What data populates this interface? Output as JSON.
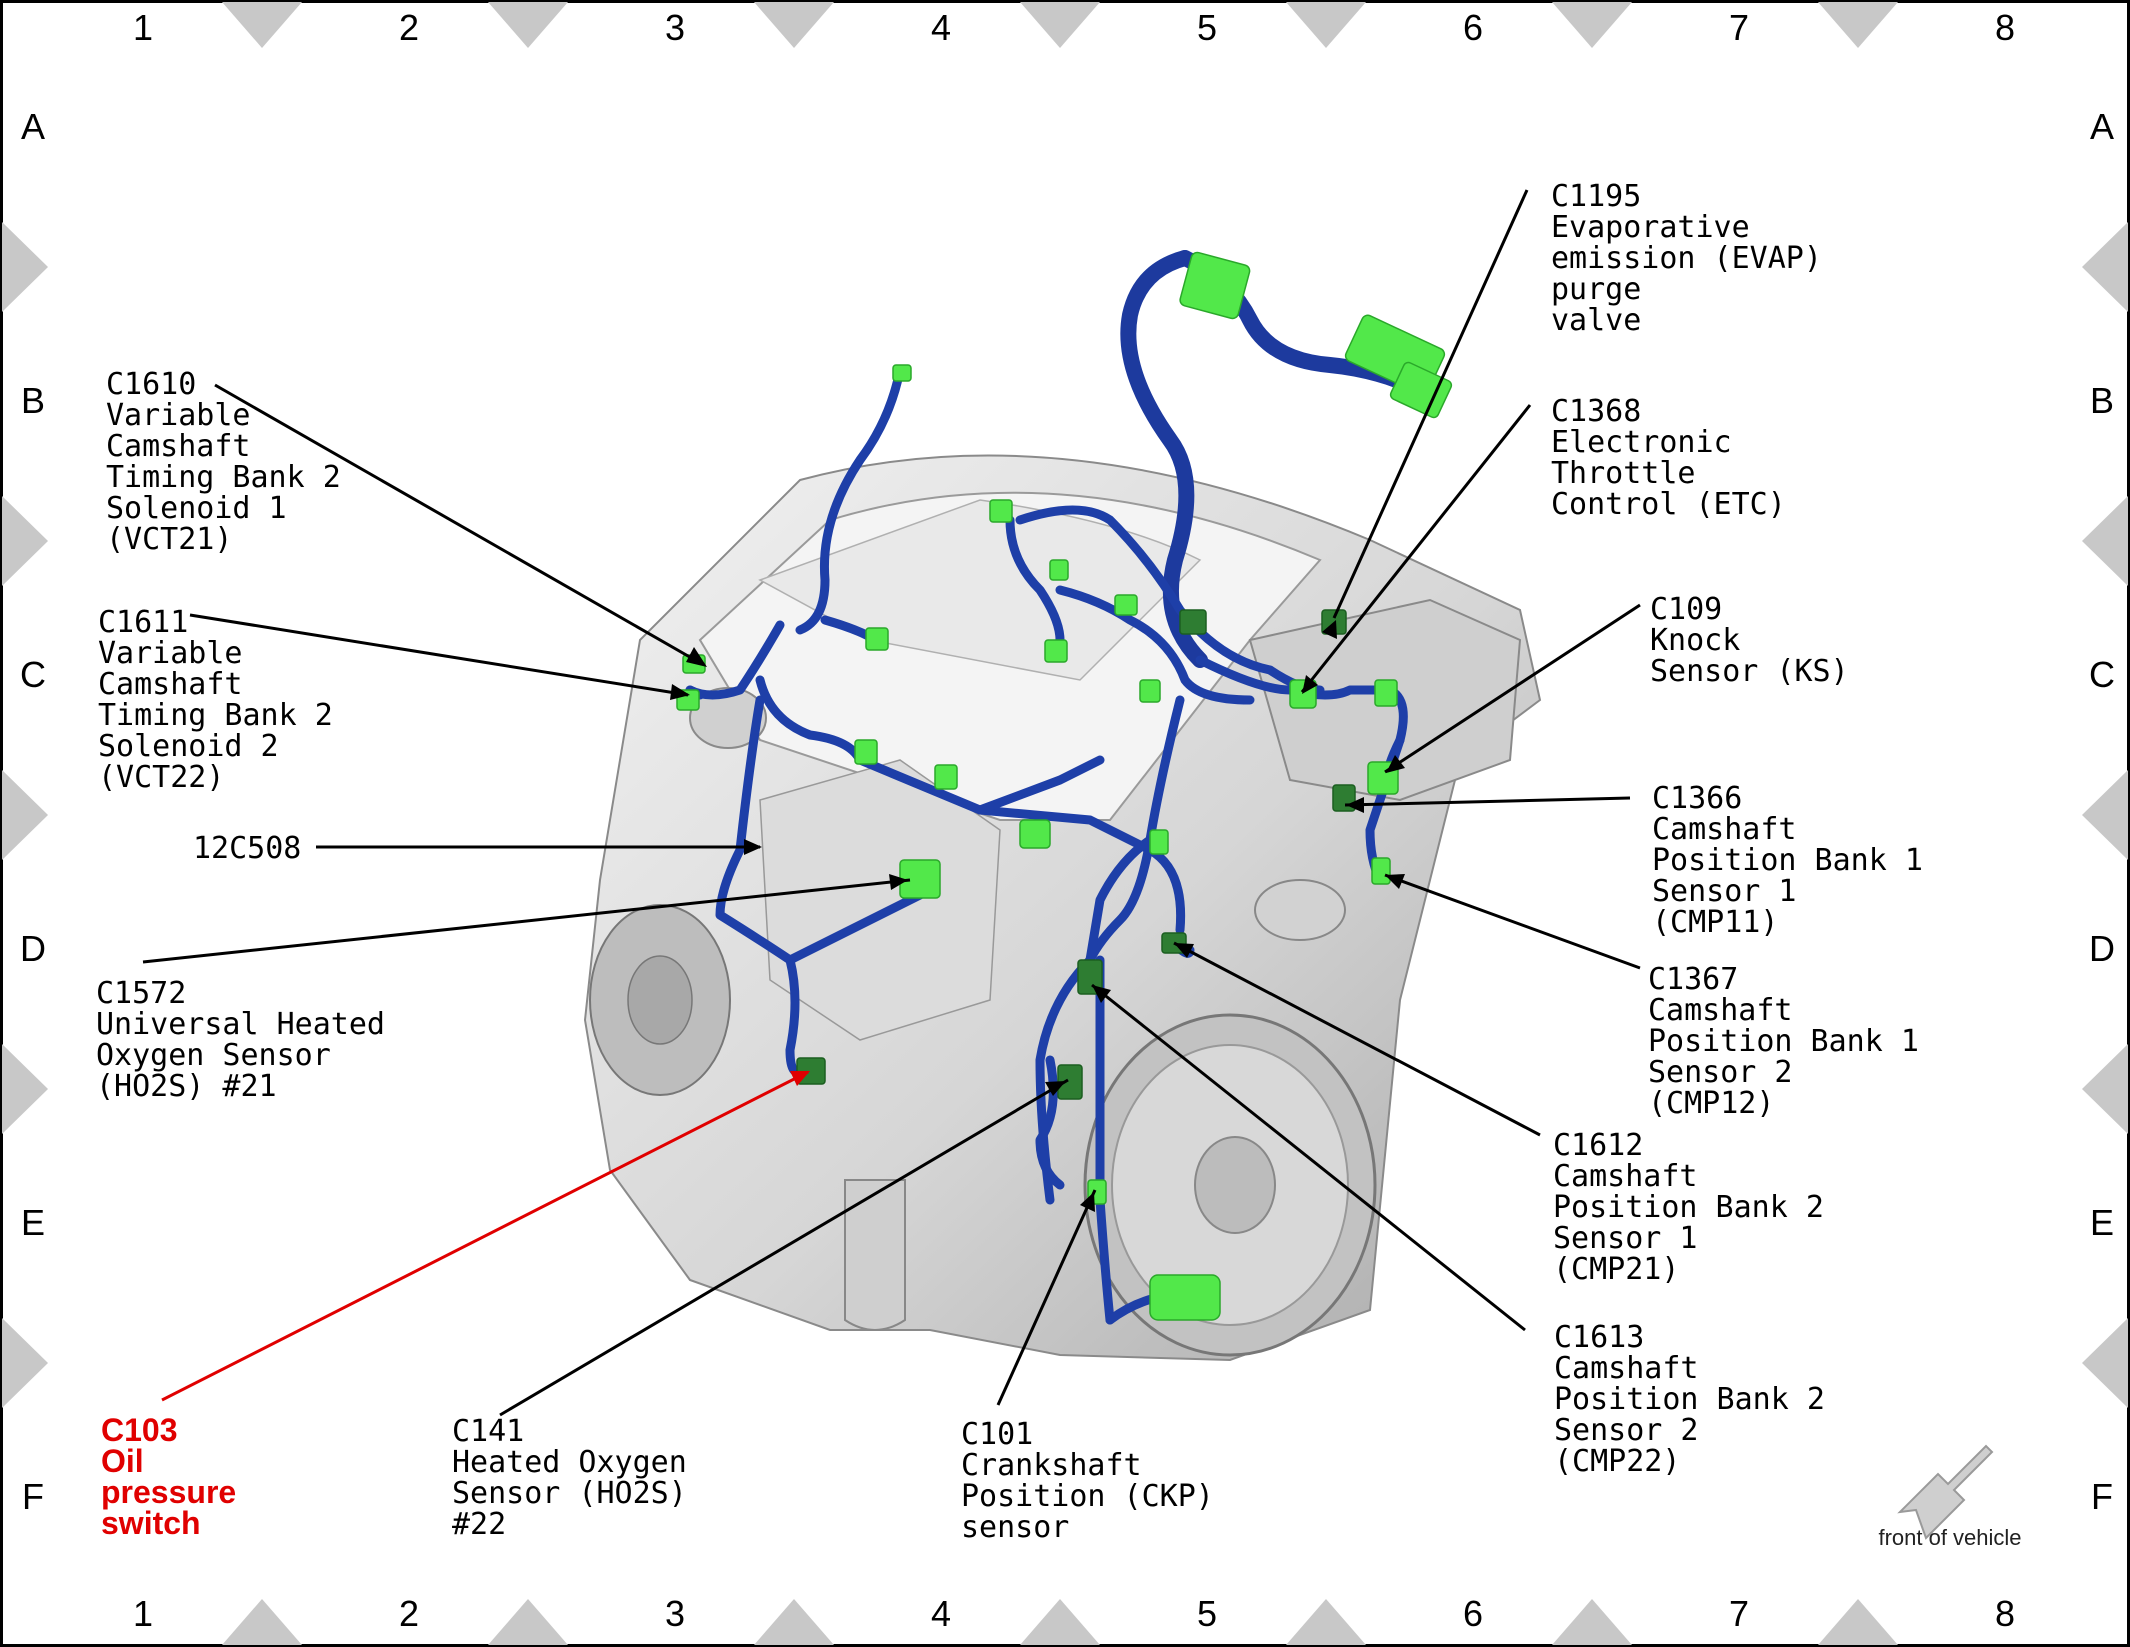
{
  "grid": {
    "columns": [
      "1",
      "2",
      "3",
      "4",
      "5",
      "6",
      "7",
      "8"
    ],
    "rows": [
      "A",
      "B",
      "C",
      "D",
      "E",
      "F"
    ]
  },
  "callouts": {
    "c1195": [
      "C1195",
      "Evaporative",
      "emission (EVAP)",
      "purge",
      "valve"
    ],
    "c1610": [
      "C1610",
      "Variable",
      "Camshaft",
      "Timing Bank 2",
      "Solenoid 1",
      "(VCT21)"
    ],
    "c1368": [
      "C1368",
      "Electronic",
      "Throttle",
      "Control (ETC)"
    ],
    "c1611": [
      "C1611",
      "Variable",
      "Camshaft",
      "Timing Bank 2",
      "Solenoid 2",
      "(VCT22)"
    ],
    "c109": [
      "C109",
      "Knock",
      "Sensor (KS)"
    ],
    "c1366": [
      "C1366",
      "Camshaft",
      "Position Bank 1",
      "Sensor 1",
      "(CMP11)"
    ],
    "c12c508": [
      "12C508"
    ],
    "c1572": [
      "C1572",
      "Universal Heated",
      "Oxygen Sensor",
      "(HO2S) #21"
    ],
    "c1367": [
      "C1367",
      "Camshaft",
      "Position Bank 1",
      "Sensor 2",
      "(CMP12)"
    ],
    "c1612": [
      "C1612",
      "Camshaft",
      "Position Bank 2",
      "Sensor 1",
      "(CMP21)"
    ],
    "c1613": [
      "C1613",
      "Camshaft",
      "Position Bank 2",
      "Sensor 2",
      "(CMP22)"
    ],
    "c103": [
      "C103",
      "Oil",
      "pressure",
      "switch"
    ],
    "c141": [
      "C141",
      "Heated Oxygen",
      "Sensor (HO2S)",
      "#22"
    ],
    "c101": [
      "C101",
      "Crankshaft",
      "Position (CKP)",
      "sensor"
    ]
  },
  "orientation": {
    "label": "front of vehicle"
  },
  "colors": {
    "harness": "#1e3fa8",
    "connector": "#52e84a",
    "connector_dark": "#2e7d32",
    "highlight": "#e00000",
    "engine": "#d9d9d9",
    "frame_marker": "#c8c8c8"
  }
}
